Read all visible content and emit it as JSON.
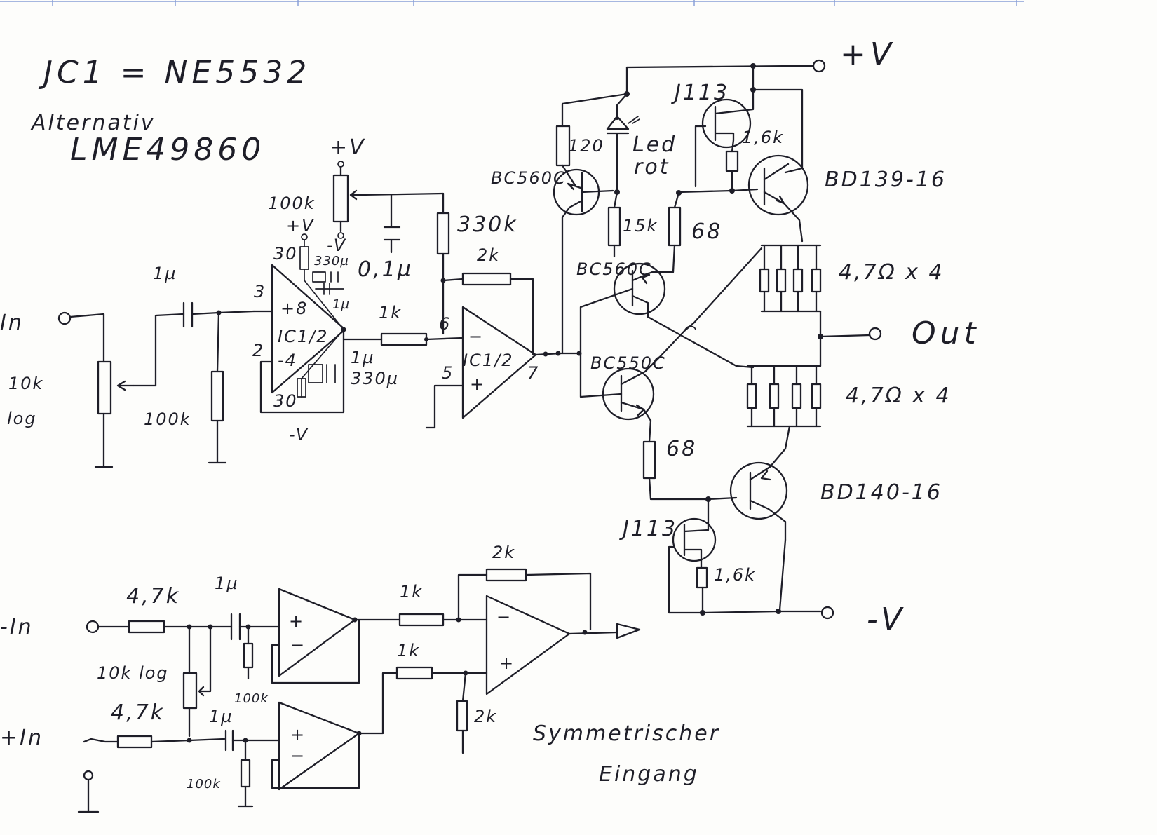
{
  "notes": {
    "ic_line": "ЈС1 = NE5532",
    "alt_word": "Alternativ",
    "alt_part": "LME49860"
  },
  "supply": {
    "pos": "+V",
    "neg": "-V",
    "pos_top": "+V",
    "neg_low": "-V",
    "pos_small": "+V",
    "neg_small": "-V"
  },
  "io": {
    "input": "In",
    "output": "Out",
    "neg_input": "-In",
    "pos_input": "+In"
  },
  "components": {
    "pot_in": "10k",
    "pot_in_b": "log",
    "cap_in": "1µ",
    "r_in": "100k",
    "trim": "100k",
    "r30a": "30",
    "r30b": "30",
    "c330a": "330µ",
    "c330b": "330µ",
    "c01": "0,1µ",
    "c1a": "1µ",
    "c1b": "1µ",
    "c1c": "1µ",
    "r1k": "1k",
    "r2k": "2k",
    "r330k": "330k",
    "ic1": "IC1/2",
    "ic2": "IC1/2",
    "pin3": "3",
    "pin2": "2",
    "pin8": "+8",
    "pin4": "-4",
    "pin6": "6",
    "pin5": "5",
    "pin7": "7",
    "minus": "−",
    "plus": "+",
    "bc560_top": "BC560C",
    "r120": "120",
    "led": "Led",
    "led2": "rot",
    "r15k": "15k",
    "j113_top": "J113",
    "r1_6k_top": "1,6k",
    "bd139": "BD139-16",
    "r68a": "68",
    "bc560_mid": "BC560C",
    "r47a": "4,7Ω x 4",
    "bc550": "BC550C",
    "r47b": "4,7Ω x 4",
    "r68b": "68",
    "bd140": "BD140-16",
    "j113_bot": "J113",
    "r1_6k_bot": "1,6k"
  },
  "balanced": {
    "r47_top": "4,7k",
    "c1_top": "1µ",
    "r1k_top": "1k",
    "r2k_fb": "2k",
    "pot": "10k log",
    "r100k_a": "100k",
    "r47_bot": "4,7k",
    "c1_bot": "1µ",
    "r1k_bot": "1k",
    "r2k_gnd": "2k",
    "r100k_b": "100k",
    "title1": "Symmetrischer",
    "title2": "Eingang"
  },
  "colors": {
    "ink": "#1e1e28",
    "paper": "#fdfdfb",
    "grid": "#8aa0d8"
  }
}
